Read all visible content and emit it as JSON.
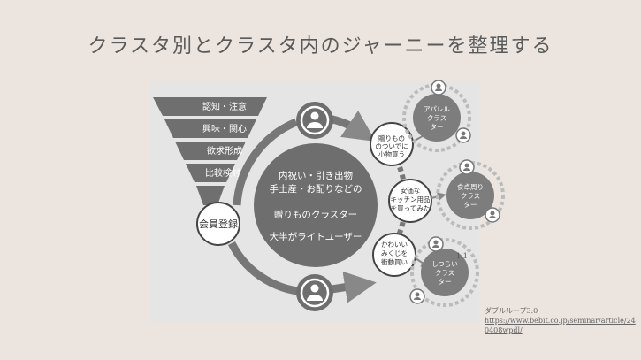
{
  "title": "クラスタ別とクラスタ内のジャーニーを整理する",
  "funnel": {
    "stages": [
      "認知・注意",
      "興味・関心",
      "欲求形成",
      "比較検討"
    ],
    "member_label": "会員登録"
  },
  "center": {
    "line1": "内祝い・引き出物",
    "line2": "手土産・お配りなどの",
    "line3": "贈りものクラスター",
    "line4": "大半がライトユーザー"
  },
  "journey": {
    "bubble1": [
      "贈りもの",
      "のついでに",
      "小物買う"
    ],
    "bubble2": [
      "安価な",
      "キッチン用品",
      "を買ってみた"
    ],
    "bubble3": [
      "かわいい",
      "みくじを",
      "衝動買い"
    ]
  },
  "clusters": [
    [
      "アパレル",
      "クラス",
      "ター"
    ],
    [
      "食卓周り",
      "クラス",
      "ター"
    ],
    [
      "しつらい",
      "クラス",
      "ター"
    ]
  ],
  "cluster_tag": "1:1",
  "footnote": {
    "label": "ダブルループ3.0",
    "url": "https://www.bebit.co.jp/seminar/article/240408wpdl/"
  }
}
